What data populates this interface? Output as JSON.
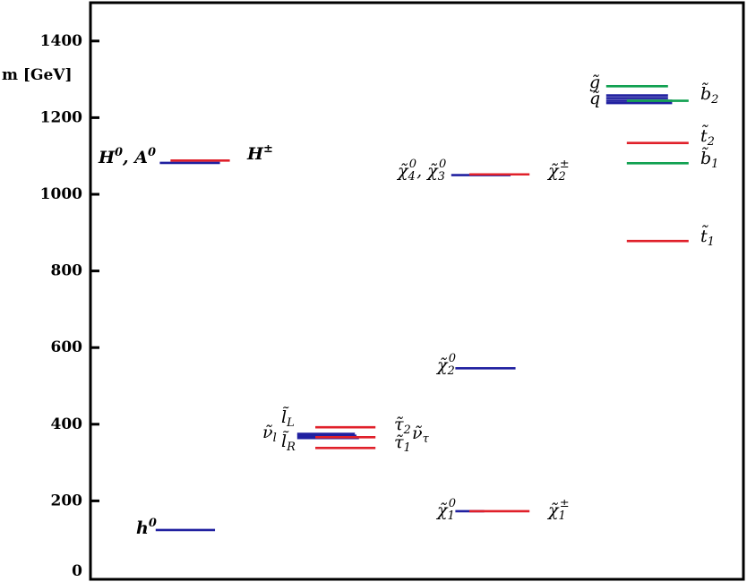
{
  "chart_data": {
    "type": "scatter",
    "title": "",
    "xlabel": "",
    "ylabel": "m [GeV]",
    "ylim": [
      0,
      1500
    ],
    "yticks": [
      0,
      200,
      400,
      600,
      800,
      1000,
      1200,
      1400
    ],
    "grid": false,
    "colors": {
      "blue": "#2020a0",
      "red": "#e0202a",
      "green": "#10a050",
      "axis": "#000000"
    },
    "levels": [
      {
        "name": "h0",
        "value": 124,
        "color": "blue",
        "col": 0,
        "x": [
          0.0,
          0.72
        ]
      },
      {
        "name": "H0,A0",
        "value": 1082,
        "color": "blue",
        "col": 0,
        "x": [
          0.05,
          0.78
        ]
      },
      {
        "name": "H+-",
        "value": 1088,
        "color": "red",
        "col": 0,
        "x": [
          0.18,
          0.9
        ]
      },
      {
        "name": "sl_L",
        "value": 375,
        "color": "blue",
        "col": 1,
        "x": [
          0.0,
          0.7
        ]
      },
      {
        "name": "snu_l",
        "value": 370,
        "color": "blue",
        "col": 1,
        "x": [
          0.0,
          0.72
        ]
      },
      {
        "name": "sl_R",
        "value": 364,
        "color": "blue",
        "col": 1,
        "x": [
          0.0,
          0.75
        ]
      },
      {
        "name": "stau2",
        "value": 392,
        "color": "red",
        "col": 1,
        "x": [
          0.22,
          0.95
        ]
      },
      {
        "name": "snu_tau",
        "value": 366,
        "color": "red",
        "col": 1,
        "x": [
          0.22,
          0.95
        ]
      },
      {
        "name": "stau1",
        "value": 338,
        "color": "red",
        "col": 1,
        "x": [
          0.22,
          0.95
        ]
      },
      {
        "name": "chi1_0",
        "value": 173,
        "color": "blue",
        "col": 2,
        "x": [
          0.05,
          0.4
        ]
      },
      {
        "name": "chi1_pm",
        "value": 173,
        "color": "red",
        "col": 2,
        "x": [
          0.22,
          0.95
        ]
      },
      {
        "name": "chi2_0",
        "value": 546,
        "color": "blue",
        "col": 2,
        "x": [
          0.05,
          0.78
        ]
      },
      {
        "name": "chi4_3_0",
        "value": 1050,
        "color": "blue",
        "col": 2,
        "x": [
          0.0,
          0.72
        ]
      },
      {
        "name": "chi2_pm",
        "value": 1052,
        "color": "red",
        "col": 2,
        "x": [
          0.22,
          0.95
        ]
      },
      {
        "name": "gluino",
        "value": 1282,
        "color": "green",
        "col": 3,
        "x": [
          0.0,
          0.75
        ]
      },
      {
        "name": "squark_a",
        "value": 1258,
        "color": "blue",
        "col": 3,
        "x": [
          0.0,
          0.75
        ]
      },
      {
        "name": "squark_b",
        "value": 1251,
        "color": "blue",
        "col": 3,
        "x": [
          0.0,
          0.75
        ]
      },
      {
        "name": "squark_c",
        "value": 1244,
        "color": "blue",
        "col": 3,
        "x": [
          0.0,
          0.8
        ]
      },
      {
        "name": "squark_d",
        "value": 1238,
        "color": "blue",
        "col": 3,
        "x": [
          0.0,
          0.8
        ]
      },
      {
        "name": "sbottom2",
        "value": 1244,
        "color": "green",
        "col": 3,
        "x": [
          0.25,
          1.0
        ]
      },
      {
        "name": "stop2",
        "value": 1134,
        "color": "red",
        "col": 3,
        "x": [
          0.25,
          1.0
        ]
      },
      {
        "name": "sbottom1",
        "value": 1081,
        "color": "green",
        "col": 3,
        "x": [
          0.25,
          1.0
        ]
      },
      {
        "name": "stop1",
        "value": 878,
        "color": "red",
        "col": 3,
        "x": [
          0.25,
          1.0
        ]
      }
    ]
  }
}
